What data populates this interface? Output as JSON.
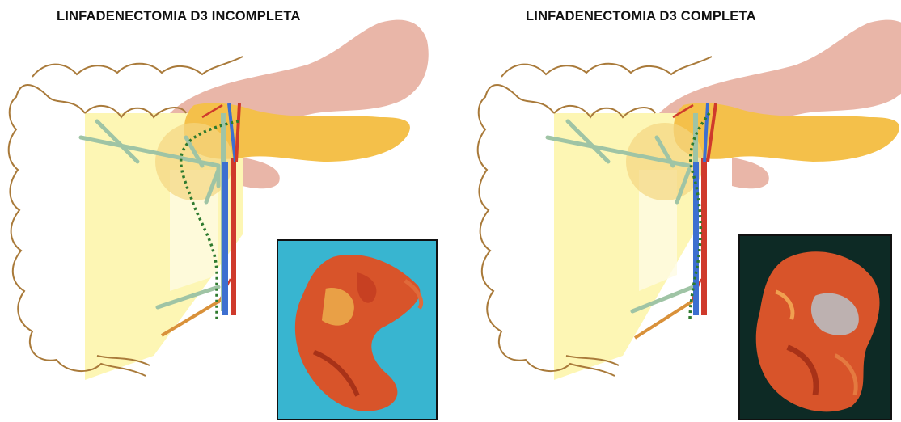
{
  "panels": [
    {
      "title": "LINFADENECTOMIA D3 INCOMPLETA",
      "resection_line": "incomplete"
    },
    {
      "title": "LINFADENECTOMIA D3 COMPLETA",
      "resection_line": "complete"
    }
  ],
  "colors": {
    "colon_outline": "#a97a3a",
    "mesentery": "#fdf6b4",
    "stomach": "#e9b6a8",
    "pancreas": "#f4c04a",
    "vein": "#3d6fd0",
    "artery": "#cf3a2c",
    "vessel_branches": "#9fc4a5",
    "resection_line": "#2e7a2e",
    "specimen_bg_left": "#38b5d0",
    "specimen_bg_right": "#0d2a25",
    "specimen_tissue": "#d8542a"
  }
}
